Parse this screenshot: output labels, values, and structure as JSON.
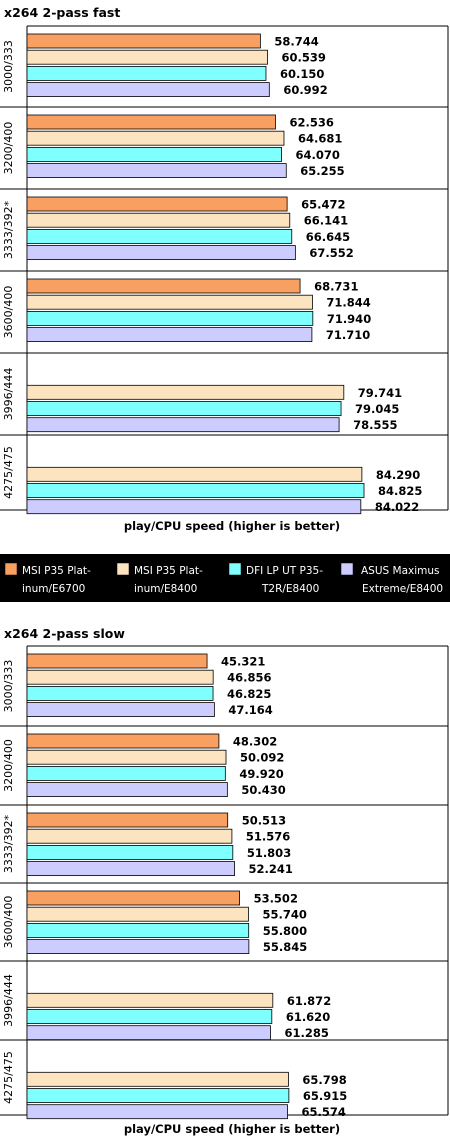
{
  "legend": {
    "items": [
      {
        "label_line1": "MSI P35 Plat-",
        "label_line2": "inum/E6700",
        "color": "#f89f62"
      },
      {
        "label_line1": "MSI P35 Plat-",
        "label_line2": "inum/E8400",
        "color": "#fde4c0"
      },
      {
        "label_line1": "DFI LP UT P35-",
        "label_line2": "T2R/E8400",
        "color": "#80ffff"
      },
      {
        "label_line1": "ASUS Maximus",
        "label_line2": "Extreme/E8400",
        "color": "#ccccff"
      }
    ],
    "background": "#000000",
    "text_color": "#ffffff"
  },
  "chart_data": [
    {
      "type": "bar",
      "orientation": "horizontal",
      "title": "x264 2-pass fast",
      "xlabel": "play/CPU speed (higher is better)",
      "xlim": [
        0,
        100
      ],
      "categories": [
        "3000/333",
        "3200/400",
        "3333/392*",
        "3600/400",
        "3996/444",
        "4275/475"
      ],
      "series": [
        {
          "name": "MSI P35 Platinum/E6700",
          "color": "#f89f62",
          "values": [
            58.744,
            62.536,
            65.472,
            68.731,
            null,
            null
          ]
        },
        {
          "name": "MSI P35 Platinum/E8400",
          "color": "#fde4c0",
          "values": [
            60.539,
            64.681,
            66.141,
            71.844,
            79.741,
            84.29
          ]
        },
        {
          "name": "DFI LP UT P35-T2R/E8400",
          "color": "#80ffff",
          "values": [
            60.15,
            64.07,
            66.645,
            71.94,
            79.045,
            84.825
          ]
        },
        {
          "name": "ASUS Maximus Extreme/E8400",
          "color": "#ccccff",
          "values": [
            60.992,
            65.255,
            67.552,
            71.71,
            78.555,
            84.022
          ]
        }
      ],
      "value_labels": [
        [
          "58.744",
          "60.539",
          "60.150",
          "60.992"
        ],
        [
          "62.536",
          "64.681",
          "64.070",
          "65.255"
        ],
        [
          "65.472",
          "66.141",
          "66.645",
          "67.552"
        ],
        [
          "68.731",
          "71.844",
          "71.940",
          "71.710"
        ],
        [
          "",
          "79.741",
          "79.045",
          "78.555"
        ],
        [
          "",
          "84.290",
          "84.825",
          "84.022"
        ]
      ]
    },
    {
      "type": "bar",
      "orientation": "horizontal",
      "title": "x264 2-pass slow",
      "xlabel": "play/CPU speed (higher is better)",
      "xlim": [
        0,
        100
      ],
      "categories": [
        "3000/333",
        "3200/400",
        "3333/392*",
        "3600/400",
        "3996/444",
        "4275/475"
      ],
      "series": [
        {
          "name": "MSI P35 Platinum/E6700",
          "color": "#f89f62",
          "values": [
            45.321,
            48.302,
            50.513,
            53.502,
            null,
            null
          ]
        },
        {
          "name": "MSI P35 Platinum/E8400",
          "color": "#fde4c0",
          "values": [
            46.856,
            50.092,
            51.576,
            55.74,
            61.872,
            65.798
          ]
        },
        {
          "name": "DFI LP UT P35-T2R/E8400",
          "color": "#80ffff",
          "values": [
            46.825,
            49.92,
            51.803,
            55.8,
            61.62,
            65.915
          ]
        },
        {
          "name": "ASUS Maximus Extreme/E8400",
          "color": "#ccccff",
          "values": [
            47.164,
            50.43,
            52.241,
            55.845,
            61.285,
            65.574
          ]
        }
      ],
      "value_labels": [
        [
          "45.321",
          "46.856",
          "46.825",
          "47.164"
        ],
        [
          "48.302",
          "50.092",
          "49.920",
          "50.430"
        ],
        [
          "50.513",
          "51.576",
          "51.803",
          "52.241"
        ],
        [
          "53.502",
          "55.740",
          "55.800",
          "55.845"
        ],
        [
          "",
          "61.872",
          "61.620",
          "61.285"
        ],
        [
          "",
          "65.798",
          "65.915",
          "65.574"
        ]
      ]
    }
  ]
}
